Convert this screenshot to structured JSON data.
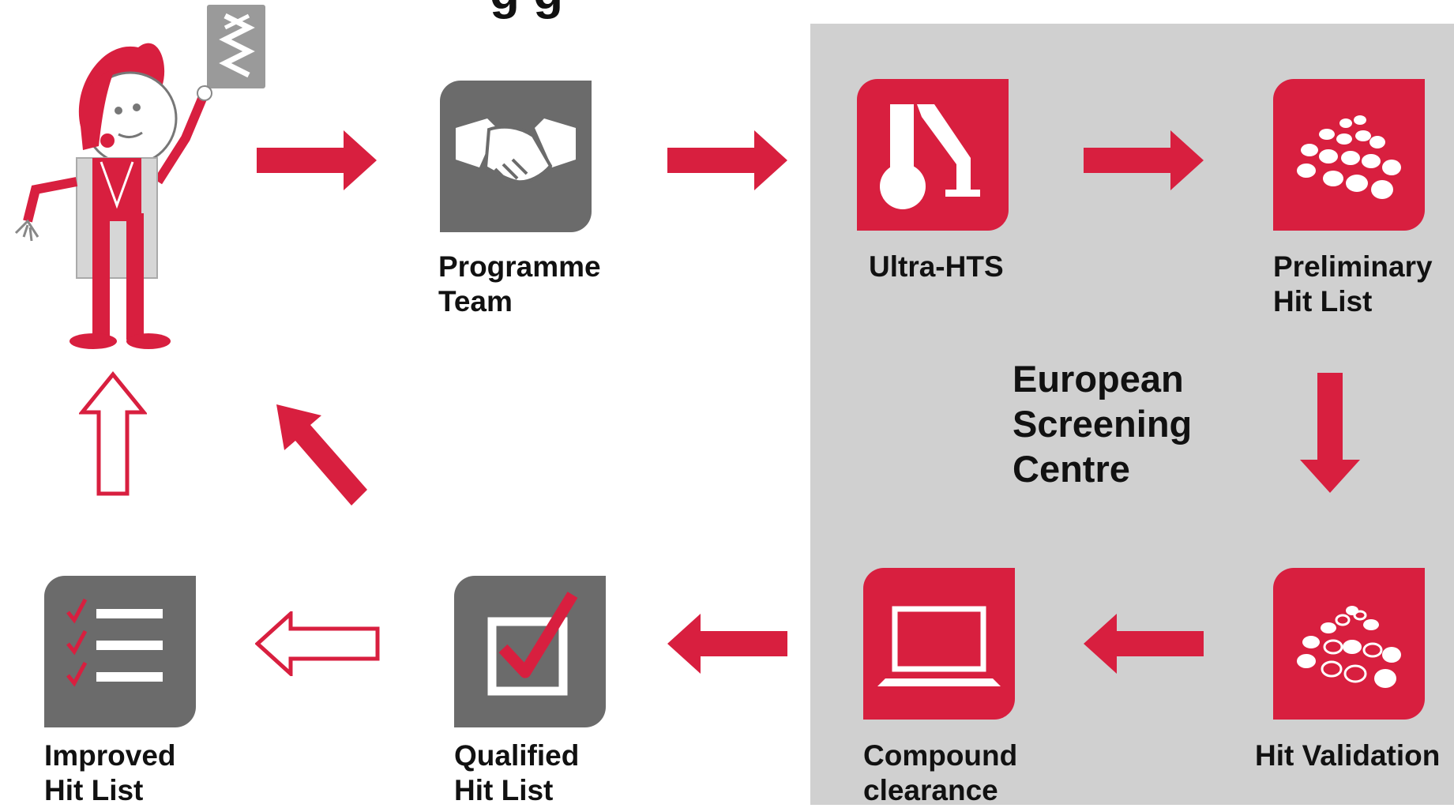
{
  "header": {
    "title_fragment": "g      g"
  },
  "centre": {
    "lines": [
      "European",
      "Screening",
      "Centre"
    ]
  },
  "steps": [
    {
      "id": "programme-team",
      "lines": [
        "Programme",
        "Team"
      ],
      "icon": "handshake-icon",
      "tone": "grey"
    },
    {
      "id": "ultra-hts",
      "lines": [
        "Ultra-HTS"
      ],
      "icon": "robot-arm-icon",
      "tone": "red"
    },
    {
      "id": "preliminary-hit-list",
      "lines": [
        "Preliminary",
        "Hit List"
      ],
      "icon": "dots-cluster-icon",
      "tone": "red"
    },
    {
      "id": "hit-validation",
      "lines": [
        "Hit Validation"
      ],
      "icon": "dots-validation-icon",
      "tone": "red"
    },
    {
      "id": "compound-clearance",
      "lines": [
        "Compound",
        "clearance"
      ],
      "icon": "laptop-icon",
      "tone": "red"
    },
    {
      "id": "qualified-hit-list",
      "lines": [
        "Qualified",
        "Hit List"
      ],
      "icon": "checkbox-icon",
      "tone": "grey"
    },
    {
      "id": "improved-hit-list",
      "lines": [
        "Improved",
        "Hit List"
      ],
      "icon": "checklist-icon",
      "tone": "grey"
    }
  ],
  "colors": {
    "accent_red": "#d81f3f",
    "tile_grey": "#6b6b6b",
    "panel_grey": "#d0d0d0"
  }
}
